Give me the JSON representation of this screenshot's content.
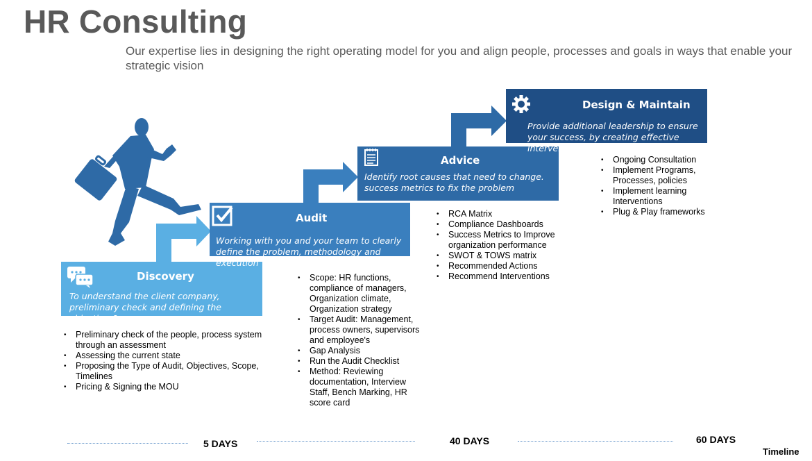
{
  "header": {
    "title": "HR Consulting",
    "subtitle": "Our expertise lies in  designing the right operating model for you and align people, processes and goals in ways that enable your strategic vision"
  },
  "colors": {
    "discovery": "#5aafe3",
    "audit": "#3a7fbe",
    "advice": "#2e6aa6",
    "design": "#1f4e85",
    "figure": "#2e6aa6"
  },
  "stages": [
    {
      "title": "Discovery",
      "icon": "chat-bubbles-icon",
      "description": "To understand the client company, preliminary check and defining the objective & scope",
      "items": [
        "Preliminary check of the people, process system through an assessment",
        "Assessing the current state",
        "Proposing the Type of Audit, Objectives, Scope, Timelines",
        "Pricing & Signing the MOU"
      ]
    },
    {
      "title": "Audit",
      "icon": "checkbox-icon",
      "description": "Working with you and your team to clearly define the problem, methodology and execution",
      "items": [
        "Scope: HR functions, compliance of managers, Organization climate, Organization strategy",
        "Target Audit: Management, process owners, supervisors and employee's",
        "Gap Analysis",
        "Run the Audit Checklist",
        "Method: Reviewing documentation, Interview Staff, Bench Marking, HR score card"
      ]
    },
    {
      "title": "Advice",
      "icon": "notepad-icon",
      "description": "Identify root causes that need to change.  success metrics to fix the problem",
      "items": [
        "RCA Matrix",
        "Compliance Dashboards",
        "Success Metrics to Improve organization performance",
        "SWOT & TOWS matrix",
        "Recommended Actions",
        "Recommend Interventions"
      ]
    },
    {
      "title": "Design & Maintain",
      "icon": "gear-icon",
      "description": "Provide additional leadership to ensure your success, by creating effective interventions",
      "items": [
        "Ongoing Consultation",
        "Implement Programs, Processes, policies",
        "Implement learning Interventions",
        "Plug & Play frameworks"
      ]
    }
  ],
  "timeline": {
    "label": "Timeline",
    "marks": [
      "5 DAYS",
      "40 DAYS",
      "60 DAYS"
    ]
  }
}
